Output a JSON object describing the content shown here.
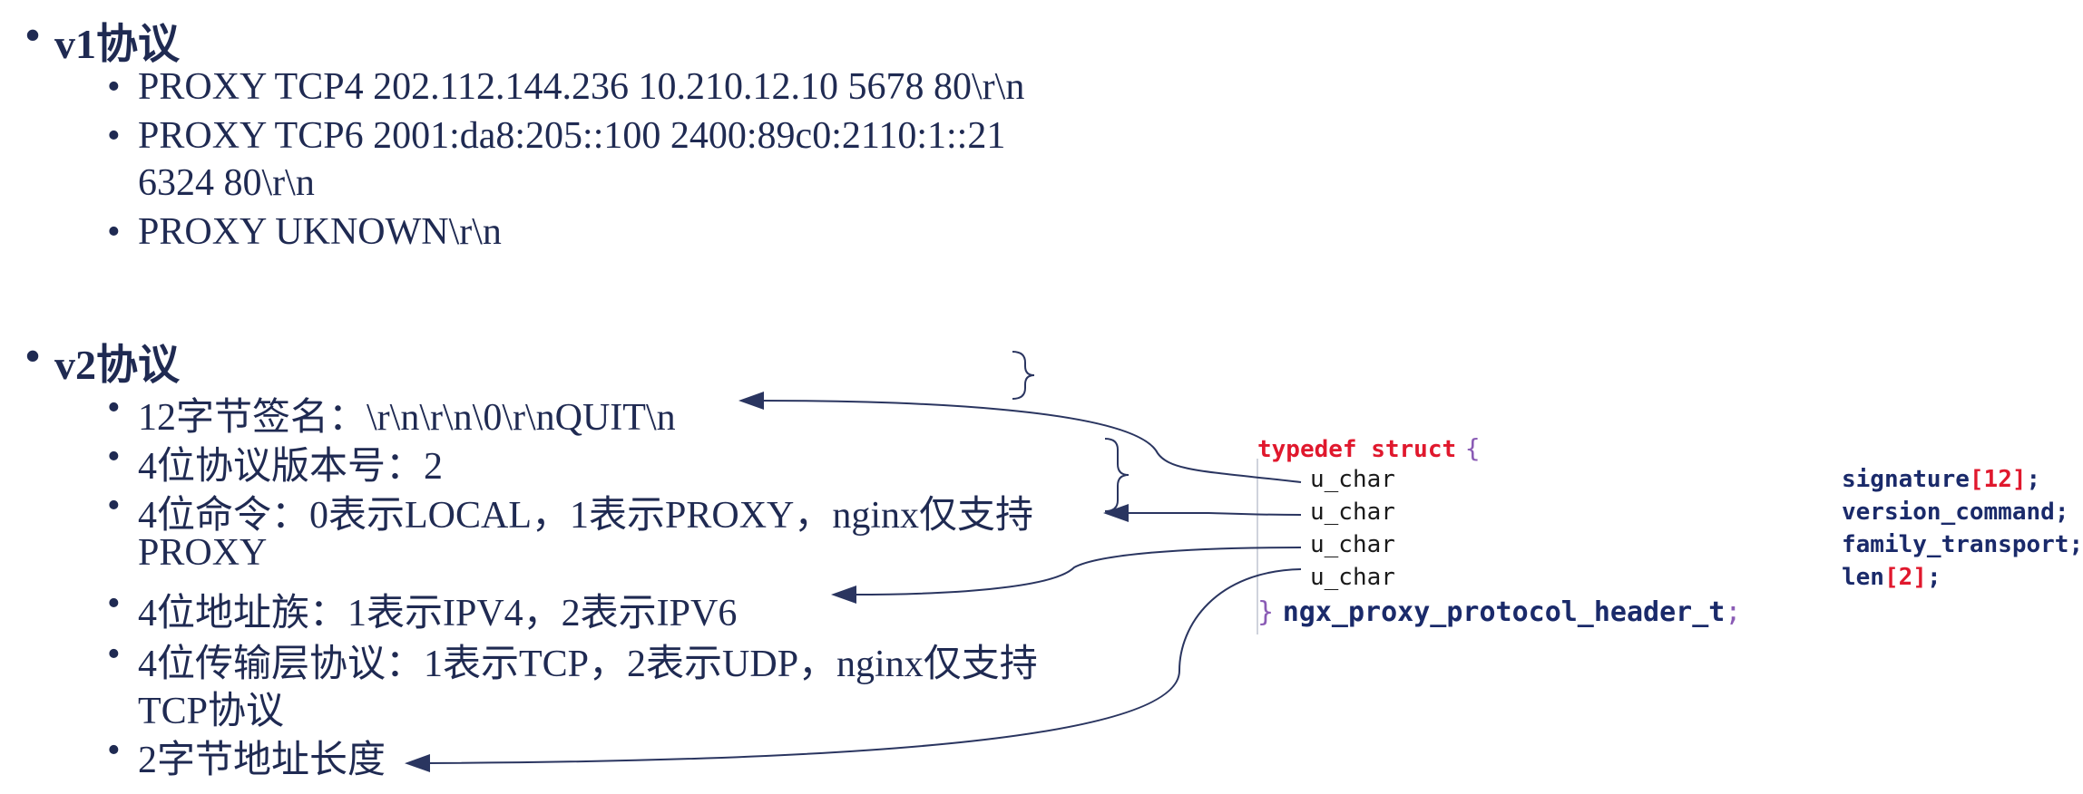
{
  "v1": {
    "heading": "v1协议",
    "items": [
      "PROXY TCP4 202.112.144.236 10.210.12.10 5678 80\\r\\n",
      "PROXY TCP6 2001:da8:205::100 2400:89c0:2110:1::21",
      "6324 80\\r\\n",
      "PROXY UKNOWN\\r\\n"
    ]
  },
  "v2": {
    "heading": "v2协议",
    "items": [
      "12字节签名：\\r\\n\\r\\n\\0\\r\\nQUIT\\n",
      "4位协议版本号：2",
      "4位命令：0表示LOCAL，1表示PROXY，nginx仅支持",
      "PROXY",
      "4位地址族：1表示IPV4，2表示IPV6",
      "4位传输层协议：1表示TCP，2表示UDP，nginx仅支持",
      "TCP协议",
      "2字节地址长度"
    ]
  },
  "code": {
    "keyword": "typedef struct",
    "open_brace": "{",
    "close_brace": "}",
    "semicolon": ";",
    "type_name": "ngx_proxy_protocol_header_t",
    "fields": [
      {
        "type": "u_char",
        "name": "signature",
        "bracket_open": "[",
        "size": "12",
        "bracket_close": "]",
        "end": ";"
      },
      {
        "type": "u_char",
        "name": "version_command",
        "end": ";"
      },
      {
        "type": "u_char",
        "name": "family_transport",
        "end": ";"
      },
      {
        "type": "u_char",
        "name": "len",
        "bracket_open": "[",
        "size": "2",
        "bracket_close": "]",
        "end": ";"
      }
    ]
  },
  "colors": {
    "text": "#1f2a52",
    "keyword": "#e0182d",
    "field": "#1a2a6a",
    "arrow": "#2a3560"
  }
}
